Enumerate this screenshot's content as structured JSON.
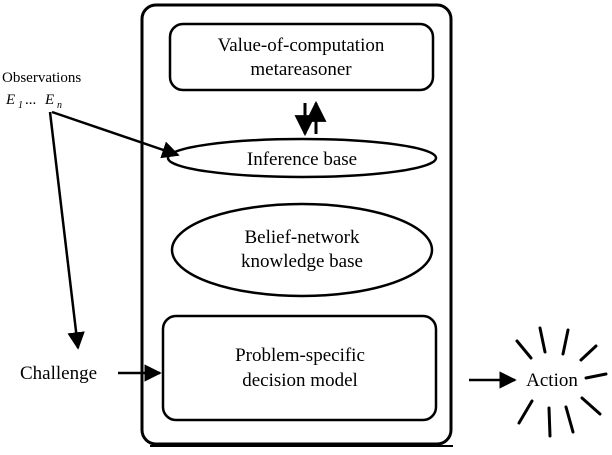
{
  "diagram": {
    "metareasoner_line1": "Value-of-computation",
    "metareasoner_line2": "metareasoner",
    "inference_base": "Inference base",
    "belief_network_line1": "Belief-network",
    "belief_network_line2": "knowledge base",
    "decision_model_line1": "Problem-specific",
    "decision_model_line2": "decision model",
    "observations_label": "Observations",
    "evidence_first": "E",
    "evidence_first_index": "1",
    "evidence_sep": "...",
    "evidence_last": "E",
    "evidence_last_index": "n",
    "challenge_label": "Challenge",
    "action_label": "Action"
  },
  "colors": {
    "stroke": "#000000",
    "background": "#ffffff"
  }
}
